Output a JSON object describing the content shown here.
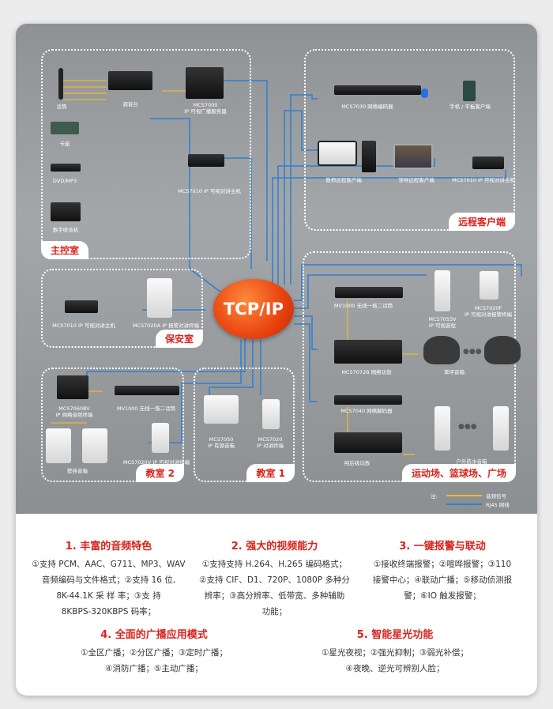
{
  "center": {
    "label": "TCP/IP"
  },
  "zones": {
    "control": {
      "label": "主控室",
      "devices": [
        "话筒",
        "卡座",
        "DVD/MP3",
        "数字收音机",
        "调音台",
        "MCS7000",
        "IP 可视广播服务器",
        "MCS7010 IP 可视对讲主机"
      ]
    },
    "remote": {
      "label": "远程客户端",
      "devices": [
        "MCS7030 网络编码器",
        "手机 / 平板客户端",
        "教师远程客户端",
        "领导远程客户端",
        "MCS7010 IP 可视对讲主机"
      ]
    },
    "security": {
      "label": "保安室",
      "devices": [
        "MCS7010 IP 可视对讲主机",
        "MCS7020A IP 报警对讲终端"
      ]
    },
    "sports": {
      "label": "运动场、篮球场、广场",
      "devices": [
        "MV1000 无线一拖二话筒",
        "MCS7053V",
        "IP 可视音柱",
        "MCS7020F",
        "IP 可视对讲报警终端",
        "MCS7072B 网络功放",
        "草坪音箱",
        "MCS7040 网络解码器",
        "纯后级功放",
        "户外防水音箱"
      ]
    },
    "class2": {
      "label": "教室 2",
      "devices": [
        "MCS7060BV",
        "IP 网络音频终端",
        "MV1000 无线一拖二话筒",
        "壁挂音箱",
        "MCS7020V IP 可视对讲终端"
      ]
    },
    "class1": {
      "label": "教室 1",
      "devices": [
        "MCS7050",
        "IP 有源音箱",
        "MCS7020",
        "IP 对讲终端"
      ]
    }
  },
  "legend": {
    "note": "注:",
    "audio": "音频信号",
    "rj45": "RJ45 网线"
  },
  "colors": {
    "audio": "#f2b632",
    "rj45": "#2f7fd0",
    "accent": "#d9231d"
  },
  "features": [
    {
      "title": "1. 丰富的音频特色",
      "lines": [
        "①支持 PCM、AAC、G711、MP3、WAV",
        "音频编码与文件格式；②支持 16 位,",
        "8K-44.1K 采 样 率；③支 持",
        "8KBPS-320KBPS 码率；"
      ]
    },
    {
      "title": "2. 强大的视频能力",
      "lines": [
        "①支持支持 H.264、H.265 编码格式；",
        "②支持 CIF、D1、720P、1080P 多种分",
        "辨率；③高分辨率、低带宽、多种辅助",
        "功能；"
      ]
    },
    {
      "title": "3. 一键报警与联动",
      "lines": [
        "①接收终端报警；②喧哗报警；③110",
        "接警中心；④联动广播；⑤移动侦测报",
        "警；⑥IO 触发报警；"
      ]
    },
    {
      "title": "4. 全面的广播应用模式",
      "lines": [
        "①全区广播；②分区广播；③定时广播；",
        "④消防广播；⑤主动广播；"
      ]
    },
    {
      "title": "5. 智能星光功能",
      "lines": [
        "①星光夜视；②强光抑制；③弱光补偿；",
        "④夜晚、逆光可辨别人脸；"
      ]
    }
  ]
}
